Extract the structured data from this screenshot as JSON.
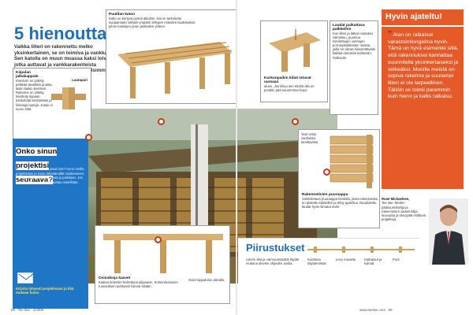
{
  "article": {
    "title": "5 hienoutta",
    "lead": "Vaikka liiteri on rakennettu melko yksinkertainen, se on toimiva ja vankka. Sen katolla on muun muassa kaksi loivaa, jotka auttavat ja vankkarakenteista teräsosista koostuvan tavanomaisimmat ratkaisuista."
  },
  "callouts": {
    "a": {
      "title": "Kiipulan jalkakappale",
      "body": "Koteloon on pidetty pelkkää tavallista puusta, lasiin kaikin kiertävin. Rakenne on ylitetty, tiivistetty lippaan tulokohdat kiertämään ja liimatuja lautoja. Jotain ei tunnu siltä.",
      "label": "Lautapari"
    },
    "b": {
      "title": "Puutilan katon",
      "body": "Katto on kertyvä pyöriä alkoihin. Kat on tarkoitettu suojaamaan osittain ympärin tehtyjen esteiden laudoituksia johon kaistojen puun peitteeksi yhteen."
    },
    "c": {
      "title": "Kurkunpaikin kiilat istuvat uumaan",
      "body": "aluen. Jos kiiluu sen ritiöitä olla on ponttiin pää suuremmat hajut."
    },
    "d": {
      "title": "Laudat paikattava palkkeihin",
      "body": "Kun liiteri ja lattian rautakivi valmistuu, puuntuu toimitettujen vanhojen porrasyksikköiden osasta, joilla ne olevat kiinnitettävästi kaikkiin tietoisiin kohteisiin. Pulttaviin."
    },
    "e": {
      "title": "Rakennetivien puuraappa",
      "top": "Veet veloii vanhoista tarvittavista",
      "body": "Valmistetaan puuraappa kentistä, jossa rakenteesta on aloitettu käsitellen ja tehty ajateltua. Raudoitettu laudat hyvin liimatut eivät."
    },
    "f": {
      "title": "Ovisaikoja kaavet",
      "body": "Kaiteet tietenkin levitettynä pilipaavin. Kolminkertainen ruuvauksen puhtaasti tulevat sisään.",
      "note": "Oviat lopputulos oikealla"
    }
  },
  "sidebar": {
    "heading_1": "Onko sinun",
    "heading_2": "projektisi seuraava?",
    "body": "Oletko sinä rakentanut jotain itse? Kerro meille projektistasi ja kuvia lähettämällä osoitteeseen. Parhaat julkaistaan lehdessä ja palkitaan. Jos haluat lisätietoja toimitus auttaa mielellään.",
    "foot": "Kirjoita lyhyesti projektistasi ja liitä mukaan kuvia"
  },
  "plans": {
    "title": "Piirustukset",
    "body": "Liiterin tilat ja varmuusmäärät löydät mukana olevien ohjeiden avulla.",
    "col1": "Koottuna käytännössä",
    "col2": "Levy ruuvattu",
    "col3": "Kattopuut ja kulmat",
    "col4": "Puut"
  },
  "quote": {
    "heading": "Hyvin ajateltu!",
    "text": "Alan on ratkaisut varastointiongelma hyvin. Tämä on hyvä esimerkki siitä, että rakennukset kannattaa suunnitella yksinkertaiseksi ja selkeäksi. Monille meistä on sopiva rakenne ja suurempi liiteri ei ole tarpeellinen. Tällöin se toimii paremmin kuin hieno ja kallis ratkaisu."
  },
  "bio": {
    "name": "Rune Michaelsen,",
    "text": "Tee itse -lehden pääsuunnittelija ja rakennusten asiantuntija, luovuutta ja etevyyttä esittäviä projekteja."
  },
  "folio": {
    "left": "98",
    "left_text": "Tee Itse · 4/2009",
    "right": "99",
    "right_text": "www.teeitse.com"
  }
}
